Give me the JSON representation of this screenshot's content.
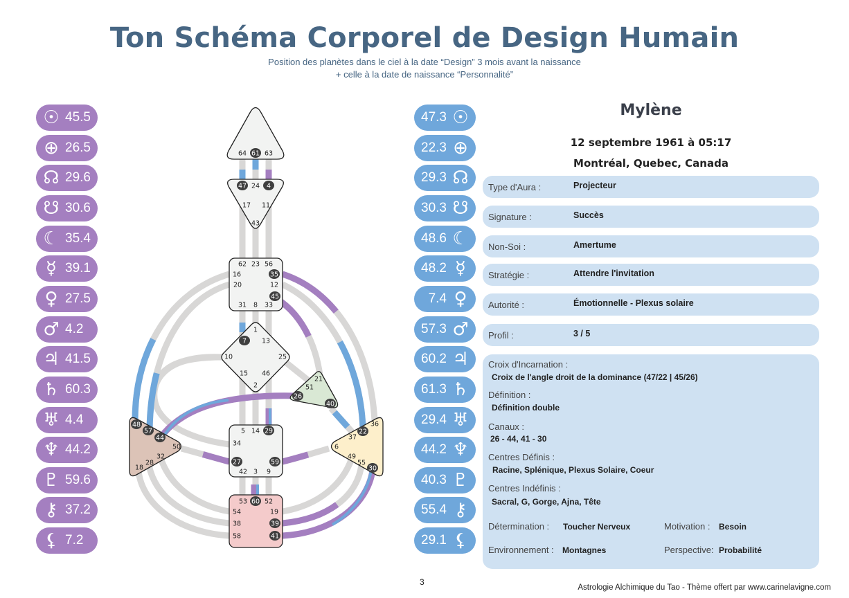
{
  "header": {
    "title": "Ton Schéma Corporel de Design Humain",
    "subtitle1": "Position des planètes dans le ciel à la date “Design” 3 mois avant la naissance",
    "subtitle2": "+ celle à la date de naissance “Personnalité”"
  },
  "colors": {
    "design": "#a47fc0",
    "personality": "#6fa7db",
    "title": "#476683",
    "panel": "#cfe1f2"
  },
  "design_planets": [
    {
      "icon": "sun-icon",
      "value": "45.5"
    },
    {
      "icon": "earth-icon",
      "value": "26.5"
    },
    {
      "icon": "north-node-icon",
      "value": "29.6"
    },
    {
      "icon": "south-node-icon",
      "value": "30.6"
    },
    {
      "icon": "moon-icon",
      "value": "35.4"
    },
    {
      "icon": "mercury-icon",
      "value": "39.1"
    },
    {
      "icon": "venus-icon",
      "value": "27.5"
    },
    {
      "icon": "mars-icon",
      "value": "4.2"
    },
    {
      "icon": "jupiter-icon",
      "value": "41.5"
    },
    {
      "icon": "saturn-icon",
      "value": "60.3"
    },
    {
      "icon": "uranus-icon",
      "value": "4.4"
    },
    {
      "icon": "neptune-icon",
      "value": "44.2"
    },
    {
      "icon": "pluto-icon",
      "value": "59.6"
    },
    {
      "icon": "chiron-icon",
      "value": "37.2"
    },
    {
      "icon": "lilith-icon",
      "value": "7.2"
    }
  ],
  "personality_planets": [
    {
      "icon": "sun-icon",
      "value": "47.3"
    },
    {
      "icon": "earth-icon",
      "value": "22.3"
    },
    {
      "icon": "north-node-icon",
      "value": "29.3"
    },
    {
      "icon": "south-node-icon",
      "value": "30.3"
    },
    {
      "icon": "moon-icon",
      "value": "48.6"
    },
    {
      "icon": "mercury-icon",
      "value": "48.2"
    },
    {
      "icon": "venus-icon",
      "value": "7.4"
    },
    {
      "icon": "mars-icon",
      "value": "57.3"
    },
    {
      "icon": "jupiter-icon",
      "value": "60.2"
    },
    {
      "icon": "saturn-icon",
      "value": "61.3"
    },
    {
      "icon": "uranus-icon",
      "value": "29.4"
    },
    {
      "icon": "neptune-icon",
      "value": "44.2"
    },
    {
      "icon": "pluto-icon",
      "value": "40.3"
    },
    {
      "icon": "chiron-icon",
      "value": "55.4"
    },
    {
      "icon": "lilith-icon",
      "value": "29.1"
    }
  ],
  "bodygraph": {
    "gates": [
      {
        "n": "64",
        "a": false
      },
      {
        "n": "61",
        "a": true
      },
      {
        "n": "63",
        "a": false
      },
      {
        "n": "47",
        "a": true
      },
      {
        "n": "24",
        "a": false
      },
      {
        "n": "4",
        "a": true
      },
      {
        "n": "17",
        "a": false
      },
      {
        "n": "11",
        "a": false
      },
      {
        "n": "43",
        "a": false
      },
      {
        "n": "62",
        "a": false
      },
      {
        "n": "23",
        "a": false
      },
      {
        "n": "56",
        "a": false
      },
      {
        "n": "16",
        "a": false
      },
      {
        "n": "35",
        "a": true
      },
      {
        "n": "20",
        "a": false
      },
      {
        "n": "12",
        "a": false
      },
      {
        "n": "45",
        "a": true
      },
      {
        "n": "31",
        "a": false
      },
      {
        "n": "8",
        "a": false
      },
      {
        "n": "33",
        "a": false
      },
      {
        "n": "1",
        "a": false
      },
      {
        "n": "7",
        "a": true
      },
      {
        "n": "13",
        "a": false
      },
      {
        "n": "10",
        "a": false
      },
      {
        "n": "25",
        "a": false
      },
      {
        "n": "15",
        "a": false
      },
      {
        "n": "46",
        "a": false
      },
      {
        "n": "2",
        "a": false
      },
      {
        "n": "21",
        "a": false
      },
      {
        "n": "51",
        "a": false
      },
      {
        "n": "26",
        "a": true
      },
      {
        "n": "40",
        "a": true
      },
      {
        "n": "48",
        "a": true
      },
      {
        "n": "57",
        "a": true
      },
      {
        "n": "44",
        "a": true
      },
      {
        "n": "50",
        "a": false
      },
      {
        "n": "32",
        "a": false
      },
      {
        "n": "28",
        "a": false
      },
      {
        "n": "18",
        "a": false
      },
      {
        "n": "5",
        "a": false
      },
      {
        "n": "14",
        "a": false
      },
      {
        "n": "29",
        "a": true
      },
      {
        "n": "34",
        "a": false
      },
      {
        "n": "27",
        "a": true
      },
      {
        "n": "59",
        "a": true
      },
      {
        "n": "42",
        "a": false
      },
      {
        "n": "3",
        "a": false
      },
      {
        "n": "9",
        "a": false
      },
      {
        "n": "36",
        "a": false
      },
      {
        "n": "22",
        "a": true
      },
      {
        "n": "37",
        "a": false
      },
      {
        "n": "6",
        "a": false
      },
      {
        "n": "49",
        "a": false
      },
      {
        "n": "55",
        "a": false
      },
      {
        "n": "30",
        "a": true
      },
      {
        "n": "53",
        "a": false
      },
      {
        "n": "60",
        "a": true
      },
      {
        "n": "52",
        "a": false
      },
      {
        "n": "54",
        "a": false
      },
      {
        "n": "19",
        "a": false
      },
      {
        "n": "38",
        "a": false
      },
      {
        "n": "39",
        "a": true
      },
      {
        "n": "58",
        "a": false
      },
      {
        "n": "41",
        "a": true
      }
    ]
  },
  "profile": {
    "name": "Mylène",
    "date": "12 septembre 1961 à 05:17",
    "place": "Montréal, Quebec, Canada",
    "rows": [
      {
        "label": "Type d'Aura :",
        "value": "Projecteur"
      },
      {
        "label": "Signature :",
        "value": "Succès"
      },
      {
        "label": "Non-Soi :",
        "value": "Amertume"
      },
      {
        "label": "Stratégie :",
        "value": "Attendre l'invitation"
      },
      {
        "label": "Autorité :",
        "value": "Émotionnelle - Plexus solaire"
      },
      {
        "label": "Profil :",
        "value": "3 / 5"
      }
    ],
    "cross_label": "Croix d'Incarnation :",
    "cross": "Croix de l'angle droit de la dominance (47/22 | 45/26)",
    "definition_label": "Définition :",
    "definition": "Définition double",
    "channels_label": "Canaux :",
    "channels": "26 - 44, 41 - 30",
    "defined_label": "Centres Définis :",
    "defined": "Racine, Splénique, Plexus Solaire, Coeur",
    "undefined_label": "Centres Indéfinis :",
    "undefined": "Sacral, G, Gorge, Ajna, Tête",
    "determination_label": "Détermination :",
    "determination": "Toucher Nerveux",
    "motivation_label": "Motivation :",
    "motivation": "Besoin",
    "environment_label": "Environnement :",
    "environment": "Montagnes",
    "perspective_label": "Perspective:",
    "perspective": "Probabilité"
  },
  "footer": {
    "page": "3",
    "credit": "Astrologie Alchimique du Tao - Thème offert par www.carinelavigne.com"
  }
}
